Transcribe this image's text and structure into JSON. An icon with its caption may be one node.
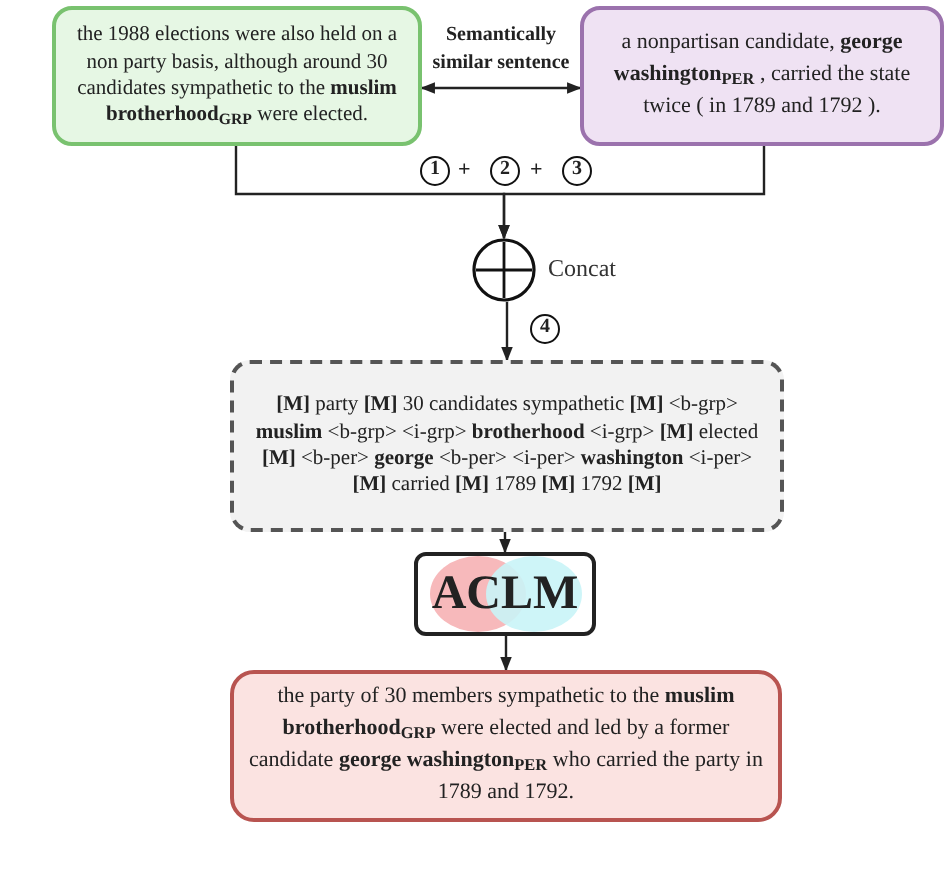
{
  "diagram": {
    "nodes": [
      {
        "text": [
          "the 1988 elections were also held on a non party basis, although around 30 candidates sympathetic to the **muslim brotherhood**$_{GRP}$ were elected."
        ]
      },
      {
        "text": [
          "a nonpartisan candidate, **george washington**$_{PER}$ , carried the state twice ( in 1789 and 1792 )."
        ]
      },
      {
        "text": [],
        "shape": "circle",
        "beside": [
          "Concat"
        ]
      },
      {
        "text": [
          "**[M]** party **[M]** 30 candidates sympathetic **[M]** <b-grp> **muslim** <b-grp> <i-grp> **brotherhood** <i-grp> **[M]** elected **[M]** <b-per> **george** <b-per> <i-per> **washington** <i-per> **[M]** carried **[M]** 1789 **[M]** 1792 **[M]**"
        ]
      },
      {
        "text": [
          "ACLM"
        ]
      },
      {
        "text": [
          "the party of 30 members sympathetic to the **muslim brotherhood**$_{GRP}$ were elected and led by a former candidate **george washington**$_{PER}$ who carried the party in 1789 and 1792."
        ]
      }
    ],
    "edges": [
      {
        "from": 0,
        "to": 1,
        "arrow": "both",
        "label": "Semantically similar sentence"
      },
      {
        "from": 0,
        "to": 2,
        "arrow": "to"
      },
      {
        "from": 1,
        "to": 2,
        "arrow": "to"
      },
      {
        "from": 2,
        "to": 3,
        "arrow": "to"
      },
      {
        "from": 3,
        "to": 4,
        "arrow": "to"
      },
      {
        "from": 4,
        "to": 5,
        "arrow": "to"
      }
    ],
    "labels": [
      "1",
      "+",
      "2",
      "+",
      "3",
      "4"
    ]
  }
}
